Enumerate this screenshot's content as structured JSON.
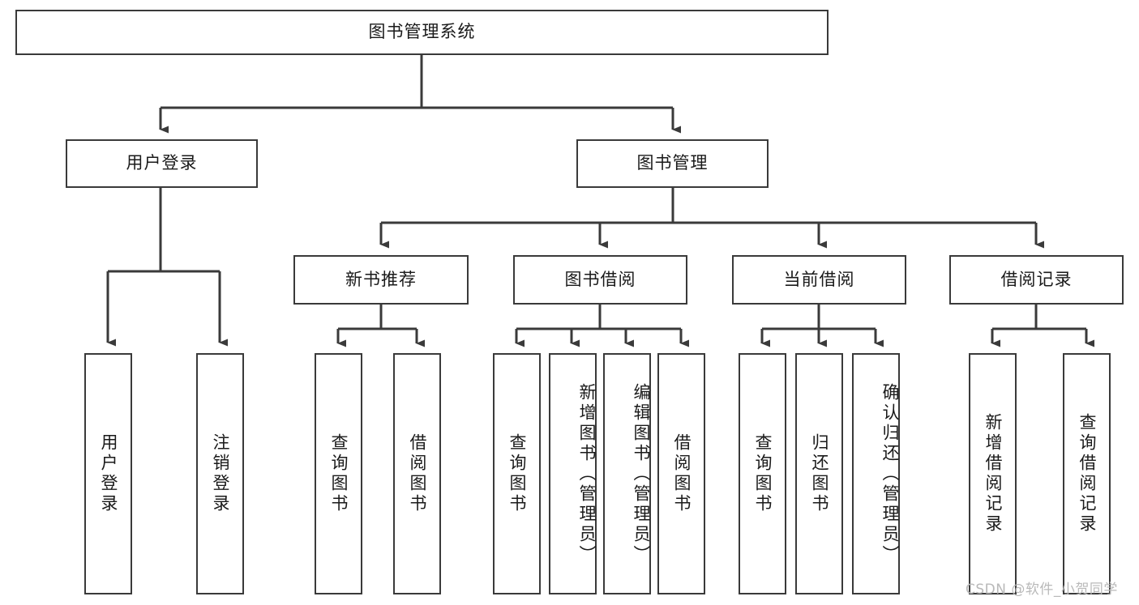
{
  "diagram": {
    "title": "图书管理系统",
    "type": "tree-hierarchy-diagram",
    "colors": {
      "box_border": "#3a3a3a",
      "box_fill": "#ffffff",
      "text": "#1a1a1a",
      "connector": "#3a3a3a",
      "watermark": "#b9b9b9",
      "background": "#ffffff"
    },
    "root": {
      "label": "图书管理系统"
    },
    "level2": [
      {
        "label": "用户登录"
      },
      {
        "label": "图书管理"
      }
    ],
    "level3": [
      {
        "label": "新书推荐"
      },
      {
        "label": "图书借阅"
      },
      {
        "label": "当前借阅"
      },
      {
        "label": "借阅记录"
      }
    ],
    "leaves": {
      "user_login": [
        {
          "label": "用户登录"
        },
        {
          "label": "注销登录"
        }
      ],
      "new_book_recommend": [
        {
          "label": "查询图书"
        },
        {
          "label": "借阅图书"
        }
      ],
      "book_borrow": [
        {
          "label": "查询图书"
        },
        {
          "label": "新增图书（管理员）"
        },
        {
          "label": "编辑图书（管理员）"
        },
        {
          "label": "借阅图书"
        }
      ],
      "current_borrow": [
        {
          "label": "查询图书"
        },
        {
          "label": "归还图书"
        },
        {
          "label": "确认归还（管理员）"
        }
      ],
      "borrow_record": [
        {
          "label": "新增借阅记录"
        },
        {
          "label": "查询借阅记录"
        }
      ]
    },
    "watermark": "CSDN @软件_小贺同学"
  }
}
